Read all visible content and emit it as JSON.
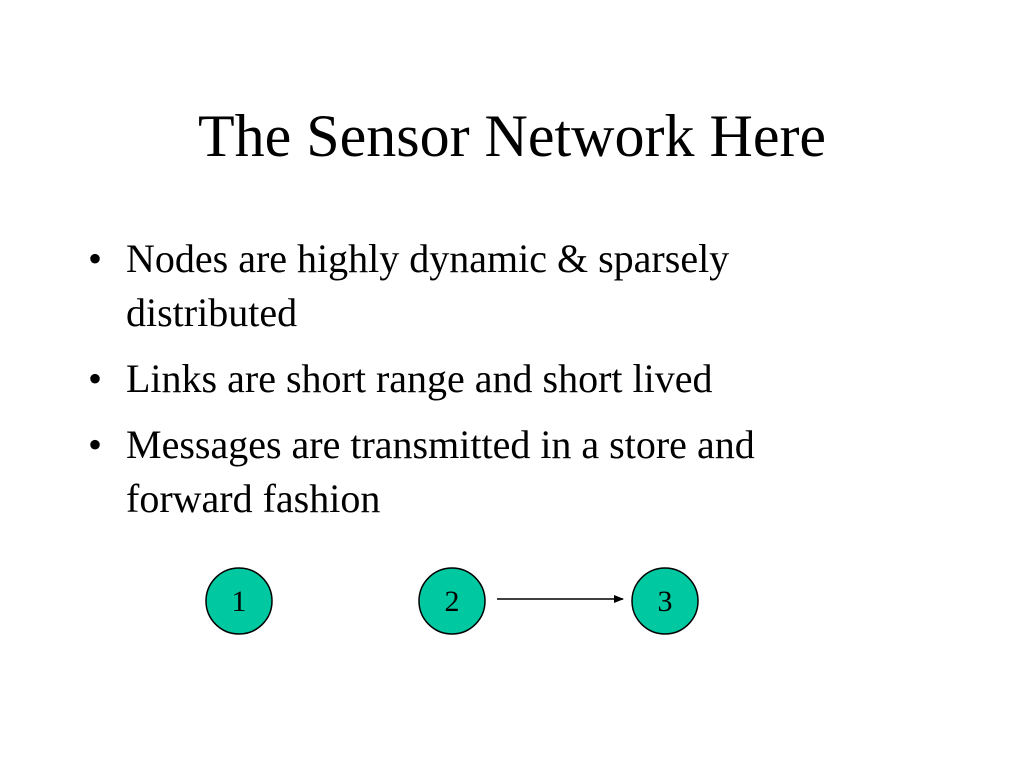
{
  "slide": {
    "title": "The Sensor Network Here",
    "bullets": [
      "Nodes are highly dynamic & sparsely distributed",
      "Links are short range and short lived",
      "Messages are transmitted in a store and forward fashion"
    ]
  },
  "diagram": {
    "node_color": "#00c8a0",
    "nodes": [
      {
        "id": "1",
        "label": "1"
      },
      {
        "id": "2",
        "label": "2"
      },
      {
        "id": "3",
        "label": "3"
      }
    ],
    "edges": [
      {
        "from": "2",
        "to": "3",
        "directed": true
      }
    ]
  }
}
